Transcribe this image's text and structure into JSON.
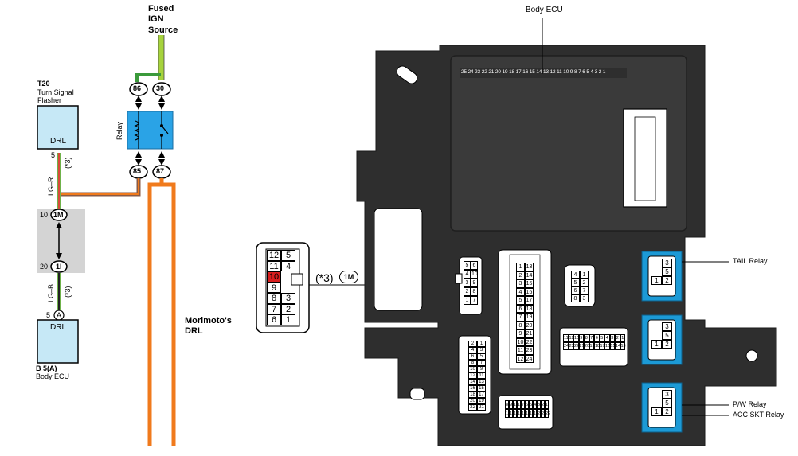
{
  "wiring": {
    "fused_ign_source": [
      "Fused",
      "IGN",
      "Source"
    ],
    "relay": {
      "label": "Relay",
      "pins": [
        "86",
        "30",
        "85",
        "87"
      ]
    },
    "turn_signal_flasher": {
      "id": "T20",
      "name": [
        "Turn Signal",
        "Flasher"
      ],
      "box_label": "DRL",
      "pin": "5",
      "wire_color": "LG–R",
      "note": "(*3)"
    },
    "junction": {
      "top_pin": "10",
      "top_id": "1M",
      "bottom_pin": "20",
      "bottom_id": "1I"
    },
    "body_ecu_b5": {
      "id": "B 5(A)",
      "name": "Body ECU",
      "box_label": "DRL",
      "pin": "5",
      "pin_id": "A",
      "wire_color": "LG–B",
      "note": "(*3)"
    },
    "morimotos_drl": [
      "Morimoto's",
      "DRL"
    ]
  },
  "connector_detail": {
    "pins": [
      [
        "12",
        "5"
      ],
      [
        "11",
        "4"
      ],
      [
        "10",
        ""
      ],
      [
        "9",
        ""
      ],
      [
        "8",
        "3"
      ],
      [
        "7",
        "2"
      ],
      [
        "6",
        "1"
      ]
    ],
    "highlighted_pin": "10",
    "note": "(*3)",
    "connector_id": "1M"
  },
  "junction_block": {
    "title": "Body ECU",
    "ecu_pin_strip": "25 24 23 22 21 20 19 18 17 16 15 14 13 12 11 10 9 8 7 6 5 4 3 2 1",
    "relays": [
      {
        "name": "TAIL Relay",
        "pins": [
          "3",
          "5",
          "1",
          "2"
        ]
      },
      {
        "name": "",
        "pins": [
          "3",
          "5",
          "1",
          "2"
        ]
      },
      {
        "name": "P/W Relay",
        "pins": [
          "3",
          "5",
          "1",
          "2"
        ]
      }
    ],
    "acc_relay_label": "ACC SKT Relay",
    "connector_1m_numbers": [
      "5",
      "6",
      "4",
      "10",
      "3",
      "9",
      "2",
      "8",
      "1",
      "7"
    ],
    "connector_tall_numbers": [
      "1",
      "13",
      "2",
      "14",
      "3",
      "15",
      "4",
      "16",
      "5",
      "17",
      "6",
      "18",
      "7",
      "19",
      "8",
      "20",
      "9",
      "21",
      "10",
      "22",
      "11",
      "23",
      "12",
      "24"
    ],
    "connector_small_numbers": [
      "4",
      "1",
      "5",
      "2",
      "6",
      "7",
      "8",
      "3"
    ],
    "connector_wide_top": [
      "11",
      "12",
      "10",
      "9",
      "8",
      "7",
      "6",
      "5",
      "4",
      "3",
      "2",
      "1"
    ],
    "connector_wide_bottom": [
      "24",
      "23",
      "22",
      "21",
      "20",
      "19",
      "18",
      "17",
      "16",
      "15",
      "14",
      "13"
    ],
    "connector_left_tall": [
      "2",
      "1",
      "4",
      "3",
      "6",
      "5",
      "8",
      "7",
      "10",
      "9",
      "12",
      "11",
      "14",
      "13",
      "16",
      "15",
      "18",
      "17",
      "20",
      "19",
      "22",
      "21"
    ],
    "connector_bottom_top": [
      "8",
      "9",
      "10",
      "11",
      "7",
      "6",
      "5",
      "4",
      "3",
      "2",
      "1"
    ],
    "connector_bottom_bottom": [
      "12",
      "13",
      "14",
      "15",
      "16",
      "17",
      "18",
      "19",
      "20",
      "21",
      "22"
    ]
  },
  "colors": {
    "ign_wire": "#a6d33c",
    "relay_body": "#2aa3e6",
    "drl_box": "#c6e8f6",
    "orange_wire": "#f07a1c",
    "lg_r_wire": "#6fb24a",
    "junction_fill": "#d4d4d4",
    "jb_body": "#2e2e2e",
    "relay_socket": "#1c9ad6"
  }
}
